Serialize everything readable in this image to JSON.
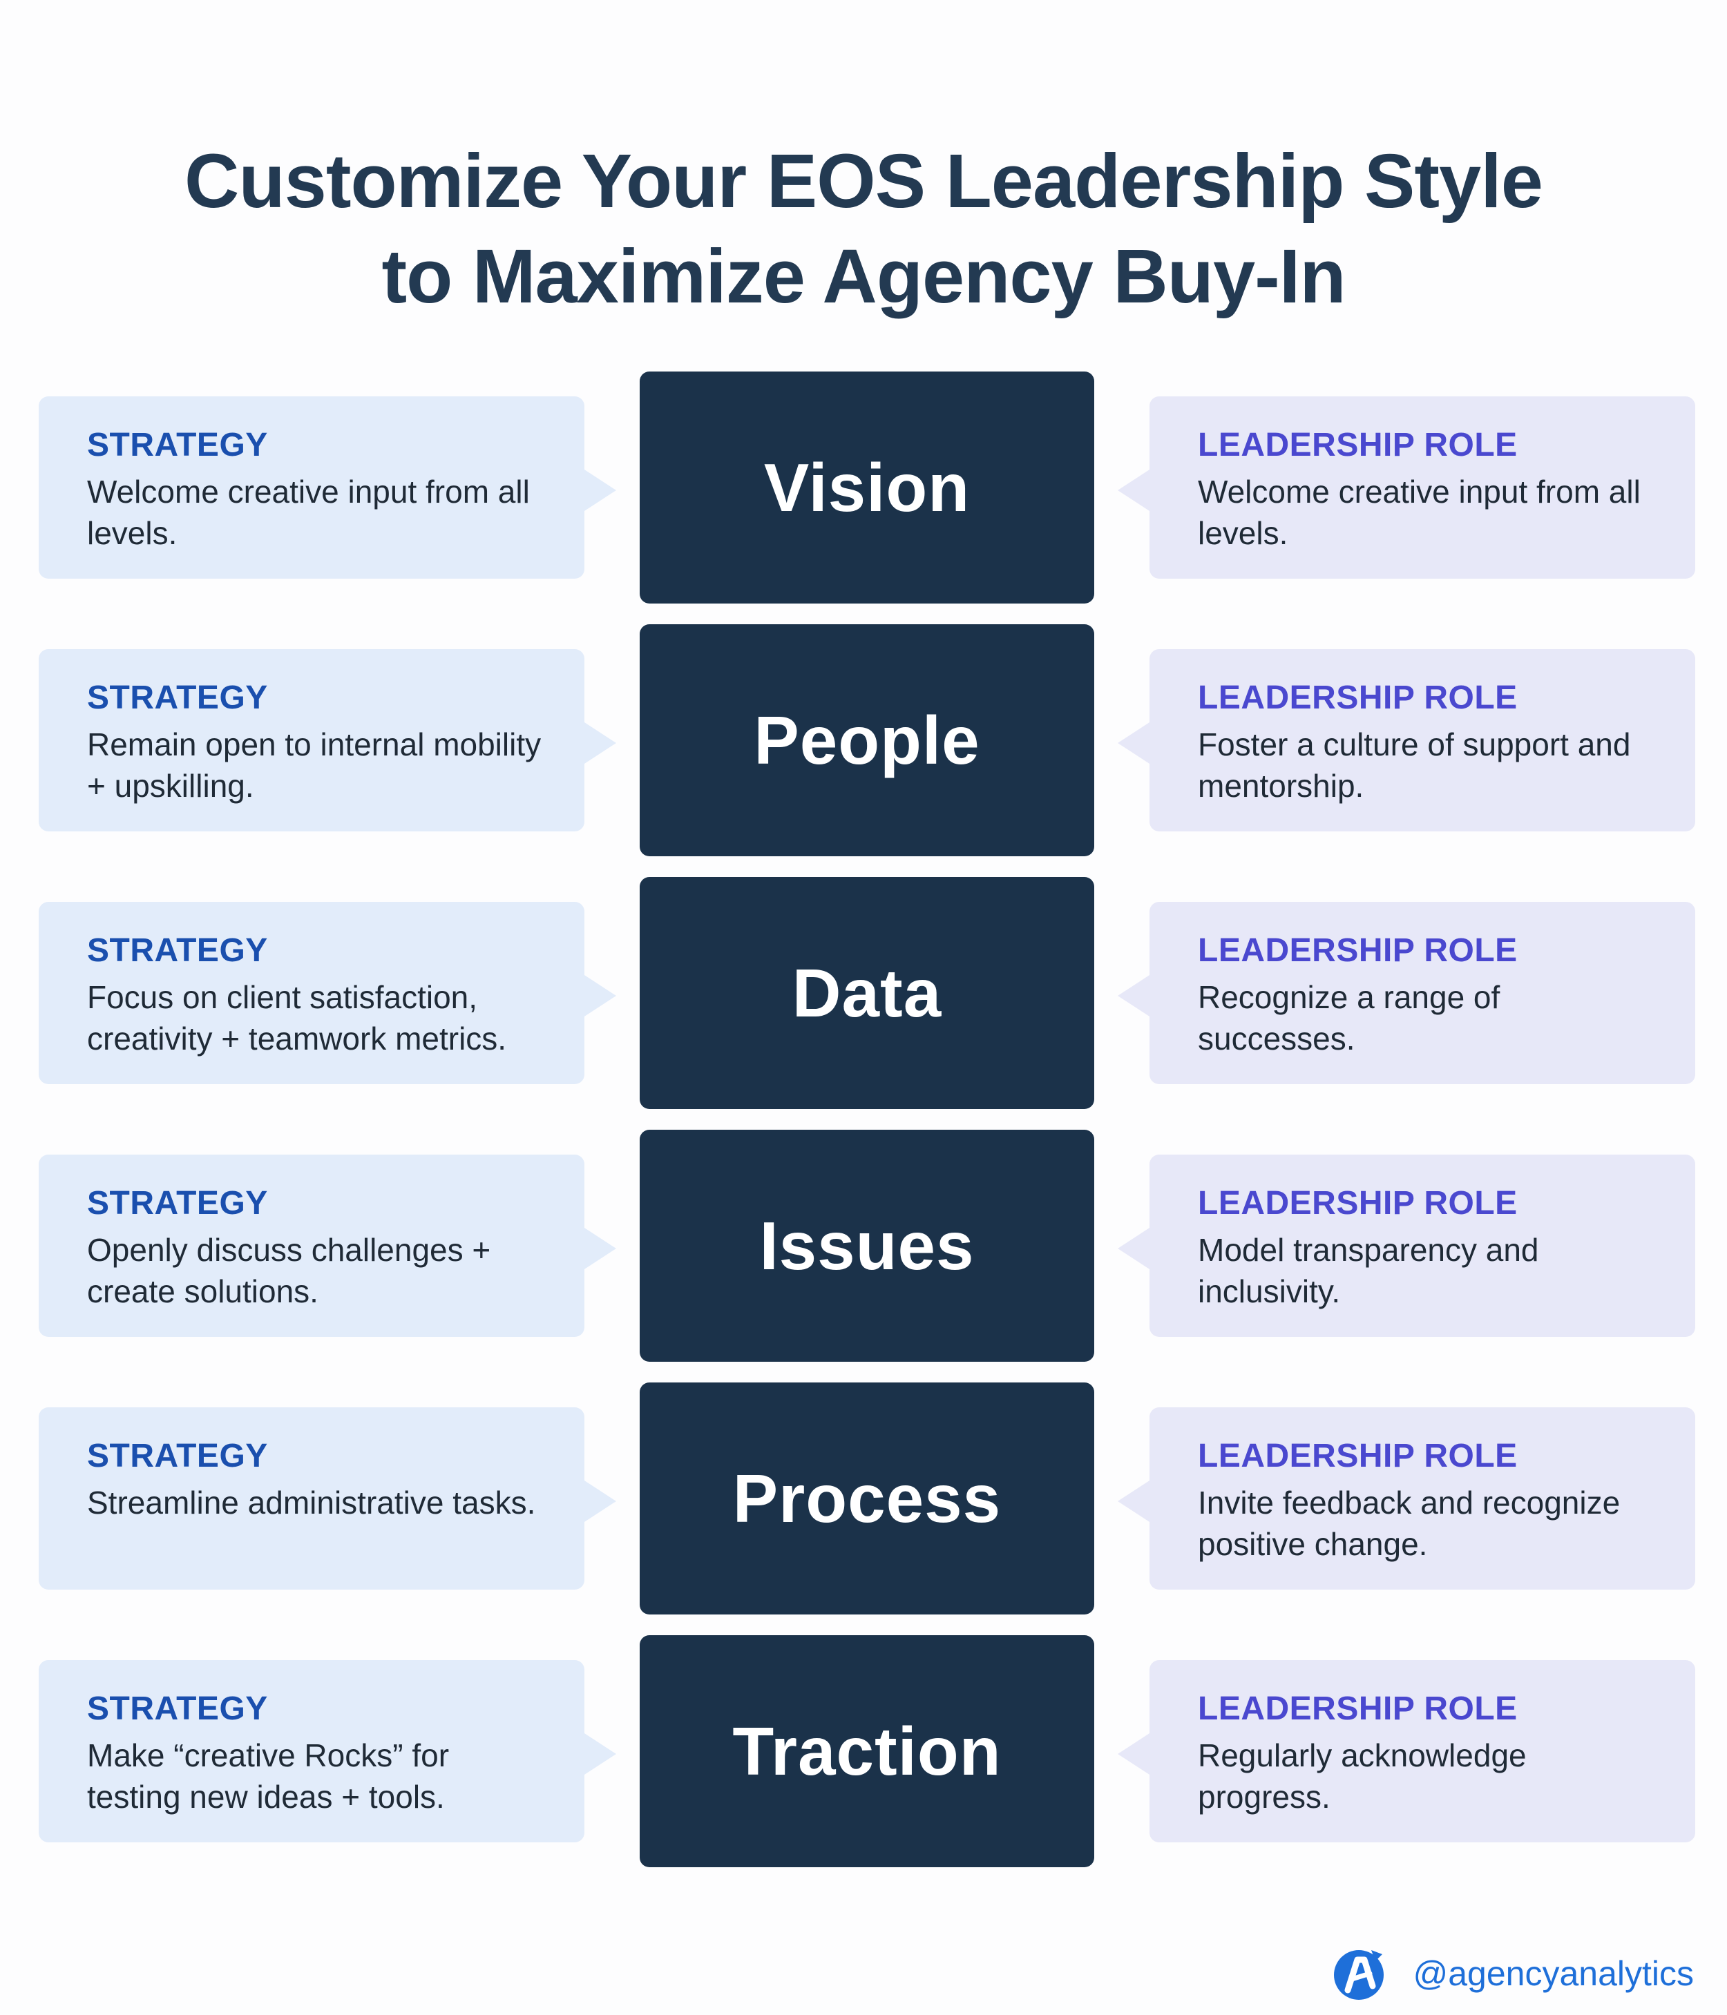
{
  "title": {
    "line1": "Customize Your EOS Leadership Style",
    "line2": "to Maximize Agency Buy-In"
  },
  "colors": {
    "title": "#233a52",
    "pillar_bg": "#1b324a",
    "strategy_bg": "#e2ecfa",
    "strategy_label": "#1a4fae",
    "role_bg": "#e7e8f8",
    "role_label": "#4a48cf",
    "brand": "#1e6fd9"
  },
  "rows": [
    {
      "pillar": "Vision",
      "strategy": {
        "label": "STRATEGY",
        "text": "Welcome creative input from all levels."
      },
      "role": {
        "label": "LEADERSHIP ROLE",
        "text": "Welcome creative input from all levels."
      }
    },
    {
      "pillar": "People",
      "strategy": {
        "label": "STRATEGY",
        "text": "Remain open to internal mobility + upskilling."
      },
      "role": {
        "label": "LEADERSHIP ROLE",
        "text": "Foster a culture of support and mentorship."
      }
    },
    {
      "pillar": "Data",
      "strategy": {
        "label": "STRATEGY",
        "text": "Focus on client satisfaction, creativity + teamwork metrics."
      },
      "role": {
        "label": "LEADERSHIP ROLE",
        "text": "Recognize a range of successes."
      }
    },
    {
      "pillar": "Issues",
      "strategy": {
        "label": "STRATEGY",
        "text": "Openly discuss challenges + create solutions."
      },
      "role": {
        "label": "LEADERSHIP ROLE",
        "text": "Model transparency and inclusivity."
      }
    },
    {
      "pillar": "Process",
      "strategy": {
        "label": "STRATEGY",
        "text": "Streamline administrative tasks."
      },
      "role": {
        "label": "LEADERSHIP ROLE",
        "text": "Invite feedback and recognize positive change."
      }
    },
    {
      "pillar": "Traction",
      "strategy": {
        "label": "STRATEGY",
        "text": "Make “creative Rocks” for testing new ideas + tools."
      },
      "role": {
        "label": "LEADERSHIP ROLE",
        "text": "Regularly acknowledge progress."
      }
    }
  ],
  "brand": {
    "icon": "agencyanalytics-logo-icon",
    "handle": "@agencyanalytics"
  }
}
